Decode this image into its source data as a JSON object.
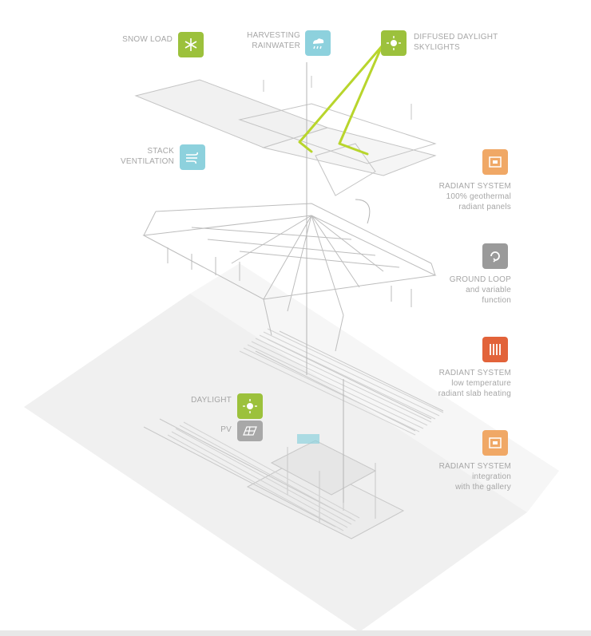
{
  "colors": {
    "green": "#9cc13c",
    "blue": "#8dd1dd",
    "orange": "#f0a866",
    "grey": "#9a9a9a",
    "red": "#e2633a",
    "line": "#b9b9b9",
    "accent_line": "#b8d52c"
  },
  "labels": {
    "snow_load": "SNOW LOAD",
    "harvesting_rainwater": "HARVESTING\nRAINWATER",
    "diffused_daylight": "DIFFUSED DAYLIGHT\nSKYLIGHTS",
    "stack_vent": "STACK\nVENTILATION",
    "radiant_a": "RADIANT SYSTEM\n100% geothermal\nradiant panels",
    "ground_loop": "GROUND LOOP\nand variable\nfunction",
    "radiant_b": "RADIANT SYSTEM\nlow temperature\nradiant slab heating",
    "radiant_c": "RADIANT SYSTEM\nintegration\nwith the gallery",
    "daylight": "DAYLIGHT",
    "pv": "PV"
  },
  "icons": {
    "snow_load": "snowflake-icon",
    "rainwater": "rain-cloud-icon",
    "skylight": "sun-icon",
    "stack": "wind-icon",
    "radiant_a": "radiator-icon",
    "ground_loop": "loop-icon",
    "radiant_b": "radiator-icon",
    "radiant_c": "radiator-icon",
    "daylight": "sun-icon",
    "pv": "solar-panel-icon"
  }
}
